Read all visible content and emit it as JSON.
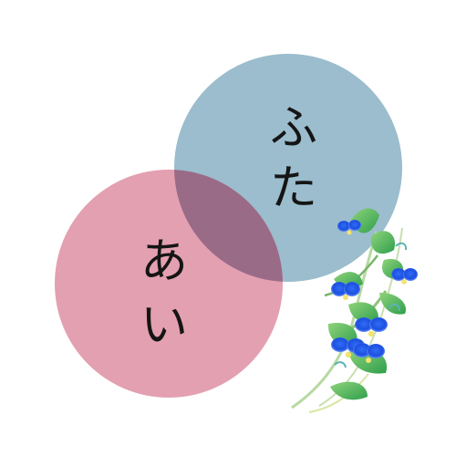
{
  "circles": [
    {
      "name": "blue-circle",
      "color": "#9bbdcd"
    },
    {
      "name": "pink-circle",
      "color": "#e3a0b1"
    },
    {
      "name": "overlap",
      "color": "#9a6b87"
    }
  ],
  "text": {
    "top_word": [
      "ふ",
      "た"
    ],
    "bottom_word": [
      "あ",
      "い"
    ]
  },
  "decoration": {
    "icon": "dayflower-illustration"
  }
}
